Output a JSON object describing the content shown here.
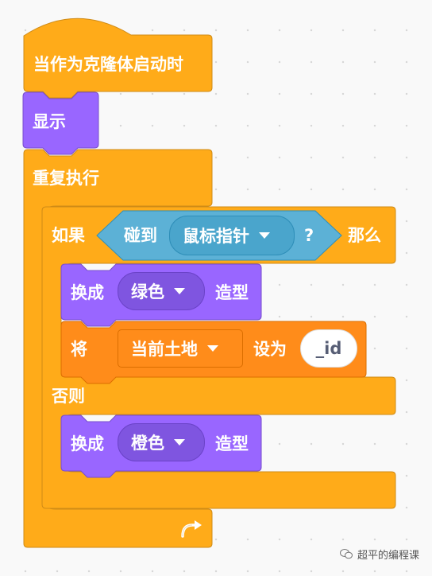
{
  "hat": {
    "label": "当作为克隆体启动时"
  },
  "show": {
    "label": "显示"
  },
  "forever": {
    "label": "重复执行"
  },
  "ifelse": {
    "if_label": "如果",
    "then_label": "那么",
    "else_label": "否则",
    "condition": {
      "label": "碰到",
      "menu_value": "鼠标指针",
      "question": "?"
    }
  },
  "costume1": {
    "label": "换成",
    "menu_value": "绿色",
    "suffix": "造型"
  },
  "setvar": {
    "label": "将",
    "menu_value": "当前土地",
    "mid": "设为",
    "value": "_id"
  },
  "costume2": {
    "label": "换成",
    "menu_value": "橙色",
    "suffix": "造型"
  },
  "watermark": {
    "text": "超平的编程课",
    "icon": "speech-bubble-icon"
  },
  "colors": {
    "control": "#ffab19",
    "looks": "#9966ff",
    "sensing": "#5cb1d6",
    "variables": "#ff8c1a",
    "events": "#ffbf00"
  }
}
